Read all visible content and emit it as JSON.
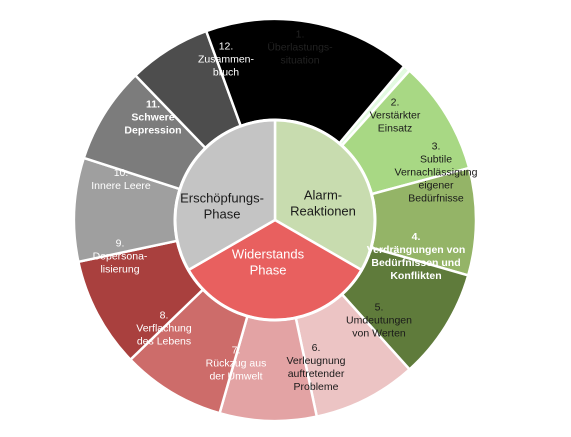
{
  "segments": [
    {
      "id": "seg-1",
      "lines": [
        "1.",
        "Überlastungs-",
        "situation"
      ],
      "fill": "#e2fae0",
      "text_color": "#222222",
      "bold": false
    },
    {
      "id": "seg-2",
      "lines": [
        "2.",
        "Verstärkter",
        "Einsatz"
      ],
      "fill": "#a8d884",
      "text_color": "#1a1a1a",
      "bold": false
    },
    {
      "id": "seg-3",
      "lines": [
        "3.",
        "Subtile",
        "Vernachlässigung",
        "eigener",
        "Bedürfnisse"
      ],
      "fill": "#94b467",
      "text_color": "#1a1a1a",
      "bold": false
    },
    {
      "id": "seg-4",
      "lines": [
        "4.",
        "Verdrängungen von",
        "Bedürfnissen und",
        "Konflikten"
      ],
      "fill": "#5f7b3b",
      "text_color": "#ffffff",
      "bold": true
    },
    {
      "id": "seg-5",
      "lines": [
        "5.",
        "Umdeutungen",
        "von Werten"
      ],
      "fill": "#ecc4c4",
      "text_color": "#1a1a1a",
      "bold": false
    },
    {
      "id": "seg-6",
      "lines": [
        "6.",
        "Verleugnung",
        "auftretender",
        "Probleme"
      ],
      "fill": "#e3a3a4",
      "text_color": "#1a1a1a",
      "bold": false
    },
    {
      "id": "seg-7",
      "lines": [
        "7.",
        "Rückzug aus",
        "der Umwelt"
      ],
      "fill": "#cd6c6a",
      "text_color": "#ffffff",
      "bold": false
    },
    {
      "id": "seg-8",
      "lines": [
        "8.",
        "Verflachung",
        "des Lebens"
      ],
      "fill": "#a9403e",
      "text_color": "#ffffff",
      "bold": false
    },
    {
      "id": "seg-9",
      "lines": [
        "9.",
        "Depersona-",
        "lisierung"
      ],
      "fill": "#9f9f9f",
      "text_color": "#ffffff",
      "bold": false
    },
    {
      "id": "seg-10",
      "lines": [
        "10.",
        "Innere Leere"
      ],
      "fill": "#7c7c7c",
      "text_color": "#ffffff",
      "bold": false
    },
    {
      "id": "seg-11",
      "lines": [
        "11.",
        "Schwere",
        "Depression"
      ],
      "fill": "#4d4d4d",
      "text_color": "#ffffff",
      "bold": true
    },
    {
      "id": "seg-12",
      "lines": [
        "12.",
        "Zusammen-",
        "bruch"
      ],
      "fill": "#000000",
      "text_color": "#ffffff",
      "bold": false
    }
  ],
  "phases": [
    {
      "id": "phase-alarm",
      "lines": [
        "Alarm-",
        "Reaktionen"
      ],
      "fill": "#c8dcaf",
      "text_color": "#1a1a1a"
    },
    {
      "id": "phase-widerstand",
      "lines": [
        "Widerstands",
        "Phase"
      ],
      "fill": "#e8605f",
      "text_color": "#ffffff"
    },
    {
      "id": "phase-erschoepfung",
      "lines": [
        "Erschöpfungs-",
        "Phase"
      ],
      "fill": "#c4c4c4",
      "text_color": "#1a1a1a"
    }
  ],
  "colors": {
    "border": "#ffffff",
    "background": "#ffffff"
  }
}
